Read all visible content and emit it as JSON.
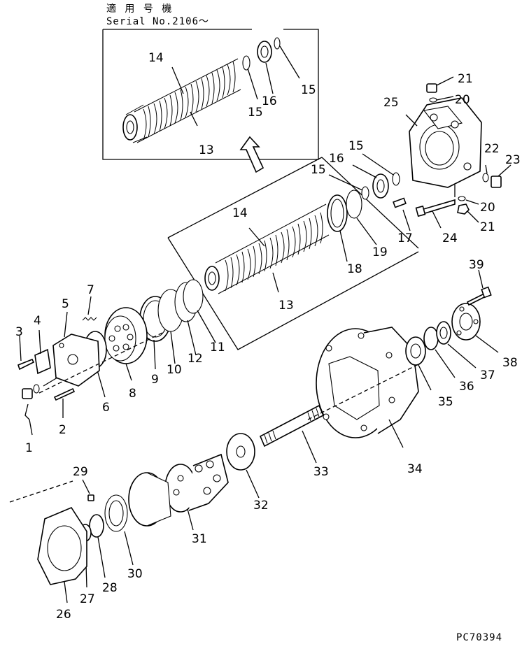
{
  "serial_note": {
    "japanese": "適 用 号 機",
    "serial": "Serial No.2106～"
  },
  "drawing_number": "PC70394",
  "callouts": {
    "c1": "1",
    "c2": "2",
    "c3": "3",
    "c4": "4",
    "c5": "5",
    "c6": "6",
    "c7": "7",
    "c8": "8",
    "c9": "9",
    "c10": "10",
    "c11": "11",
    "c12": "12",
    "c13a": "13",
    "c13b": "13",
    "c14a": "14",
    "c14b": "14",
    "c15a": "15",
    "c15b": "15",
    "c15c": "15",
    "c15d": "15",
    "c16a": "16",
    "c16b": "16",
    "c17": "17",
    "c18": "18",
    "c19": "19",
    "c20a": "20",
    "c20b": "20",
    "c21a": "21",
    "c21b": "21",
    "c22": "22",
    "c23": "23",
    "c24": "24",
    "c25": "25",
    "c26": "26",
    "c27": "27",
    "c28": "28",
    "c29": "29",
    "c30": "30",
    "c31": "31",
    "c32": "32",
    "c33": "33",
    "c34": "34",
    "c35": "35",
    "c36": "36",
    "c37": "37",
    "c38": "38",
    "c39": "39"
  }
}
